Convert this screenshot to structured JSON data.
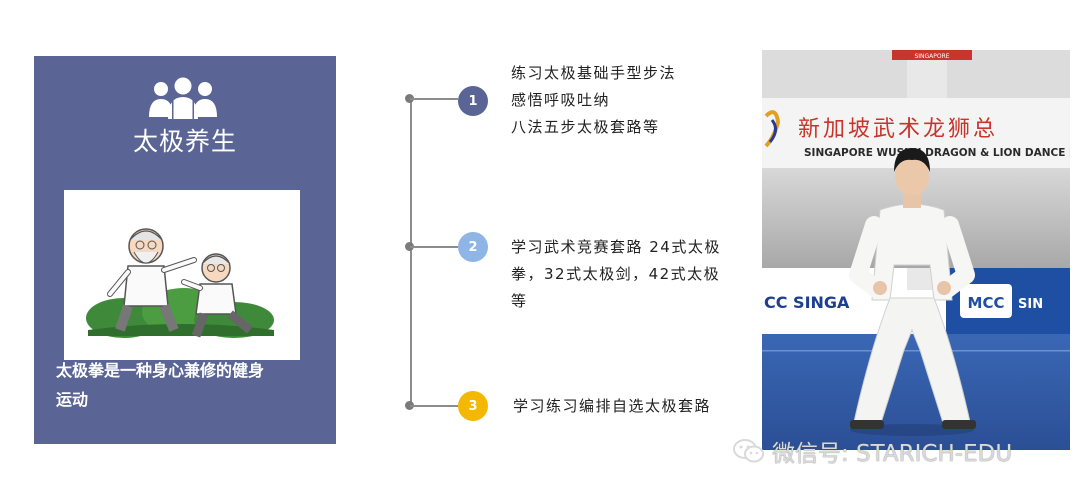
{
  "card": {
    "title": "太极养生",
    "caption_line1": "太极拳是一种身心兼修的健身",
    "caption_line2": "运动"
  },
  "timeline": {
    "items": [
      {
        "number": "1",
        "color": "#5a6595",
        "lines": [
          "练习太极基础手型步法",
          "感悟呼吸吐纳",
          "八法五步太极套路等"
        ]
      },
      {
        "number": "2",
        "color": "#8fb4e6",
        "lines": [
          "学习武术竞赛套路 24式太极",
          "拳，32式太极剑，42式太极",
          "等"
        ]
      },
      {
        "number": "3",
        "color": "#f5b800",
        "lines": [
          "学习练习编排自选太极套路"
        ]
      }
    ]
  },
  "photo": {
    "banner_cn": "新加坡武术龙狮总",
    "banner_en": "SINGAPORE WUSHU DRAGON & LION DANCE FEDE",
    "board_left": "CC SINGA",
    "board_right_logo": "MCC",
    "board_right_text": "SIN",
    "top_tag": "SINGAPORE"
  },
  "watermark": {
    "text": "微信号: STARICH-EDU"
  }
}
